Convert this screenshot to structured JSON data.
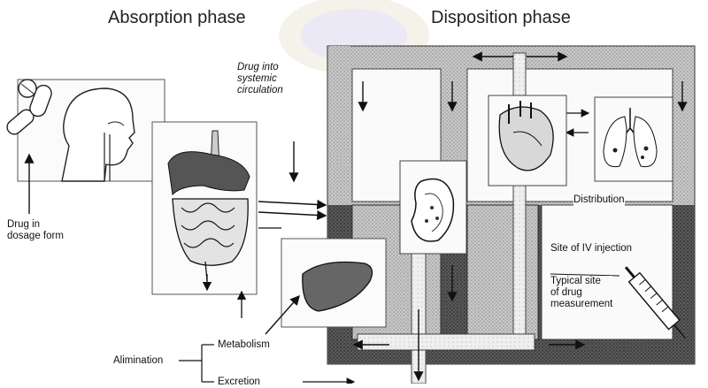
{
  "headings": {
    "absorption": "Absorption phase",
    "disposition": "Disposition phase"
  },
  "labels": {
    "drug_into_circulation": [
      "Drug into",
      "systemic",
      "circulation"
    ],
    "drug_in_dosage_form": [
      "Drug in",
      "dosage form"
    ],
    "distribution": "Distribution",
    "site_iv_injection": "Site of IV injection",
    "typical_site": [
      "Typical site",
      "of drug",
      "measurement"
    ],
    "metabolism": "Metabolism",
    "alimination": "Alimination",
    "excretion": "Excretion"
  },
  "organs": [
    "pills-icon",
    "head-icon",
    "digestive-tract-icon",
    "liver-icon",
    "kidney-icon",
    "heart-icon",
    "lungs-icon",
    "syringe-icon"
  ]
}
